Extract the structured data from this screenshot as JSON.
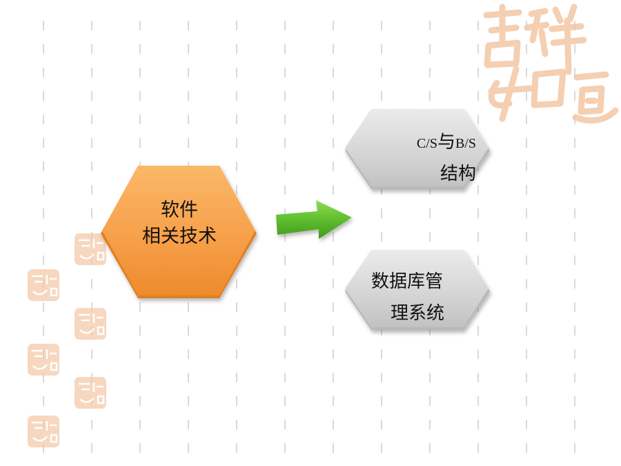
{
  "slide": {
    "background": "#ffffff",
    "grid_color": "#d9d9d9"
  },
  "center_node": {
    "line1": "软件",
    "line2": "相关技术",
    "color": "#f7a24a"
  },
  "arrow": {
    "color": "#5cb82e"
  },
  "branch_top": {
    "part1": "C/S",
    "part2": "与",
    "part3": "B/S",
    "line2": "结构",
    "color": "#d6d6d6"
  },
  "branch_bottom": {
    "line1": "数据库管",
    "line2": "理系统",
    "color": "#d6d6d6"
  },
  "decoration": {
    "seal_icon": "auspicious-calligraphy-seal-icon",
    "accent_color": "#f4c7a5"
  }
}
